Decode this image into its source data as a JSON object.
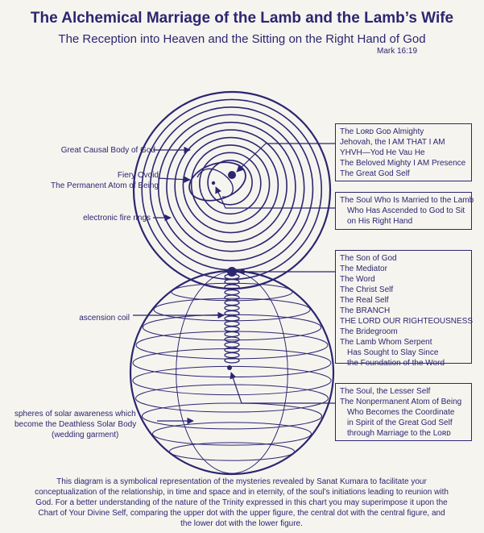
{
  "header": {
    "title": "The Alchemical Marriage of the Lamb and the Lamb’s Wife",
    "subtitle": "The Reception into Heaven and the Sitting on the Right Hand of God",
    "reference": "Mark 16:19"
  },
  "labels": {
    "causal_body": "Great Causal Body of God",
    "fiery_ovoid_1": "Fiery Ovoid",
    "fiery_ovoid_2": "The Permanent Atom of Being",
    "fire_rings": "electronic fire rings",
    "ascension_coil": "ascension coil",
    "spheres_1": "spheres of solar awareness which",
    "spheres_2": "become the Deathless Solar Body",
    "spheres_3": "(wedding garment)"
  },
  "boxes": {
    "god": {
      "lines": [
        "The Lᴏʀᴅ Gᴏᴅ Almighty",
        "Jehovah, the I AM THAT I AM",
        "YHVH—Yod He Vau He",
        "The Beloved Mighty I AM Presence",
        "The Great God Self"
      ]
    },
    "soul_married": {
      "lines": [
        "The Soul Who Is Married to the Lamb",
        "Who Has Ascended to God to Sit",
        "on His Right Hand"
      ]
    },
    "son": {
      "lines": [
        "The Son of God",
        "The Mediator",
        "The Word",
        "The Christ Self",
        "The Real Self",
        "The BRANCH",
        "THE LORD OUR RIGHTEOUSNESS",
        "The Bridegroom",
        "The Lamb Whom Serpent",
        "Has Sought to Slay Since",
        "the Foundation of the Word"
      ]
    },
    "lesser": {
      "lines": [
        "The Soul, the Lesser Self",
        "The Nonpermanent Atom of Being",
        "Who Becomes the Coordinate",
        "in Spirit of the Great God Self",
        "through Marriage to the Lᴏʀᴅ"
      ]
    }
  },
  "caption": "This diagram is a symbolical representation of the mysteries revealed by Sanat Kumara to facilitate your conceptualization of the relationship, in time and space and in eternity, of the soul’s initiations leading to reunion with God. For a better understanding of the nature of the Trinity expressed in this chart you may superimpose it upon the Chart of Your Divine Self, comparing the upper dot with the upper figure, the central dot with the central figure, and the lower dot with the lower figure.",
  "colors": {
    "ink": "#2b2670",
    "paper": "#f6f4ef"
  }
}
